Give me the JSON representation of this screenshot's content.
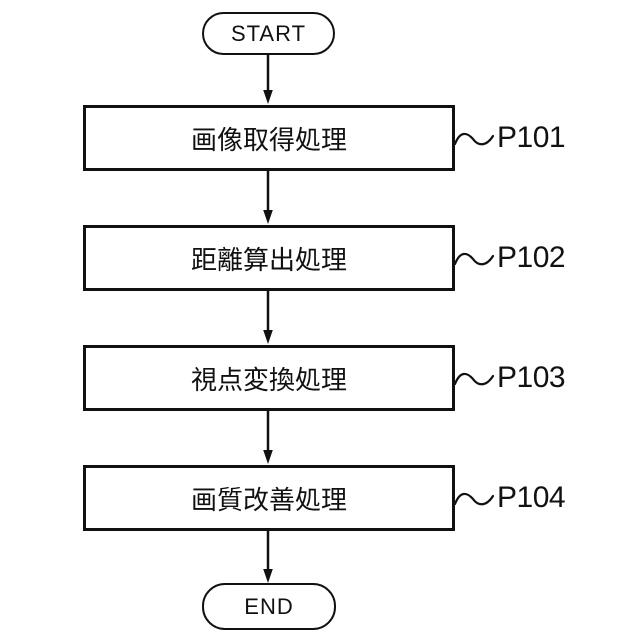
{
  "flowchart": {
    "start": {
      "label": "START"
    },
    "end": {
      "label": "END"
    },
    "steps": [
      {
        "label": "画像取得処理",
        "ref": "P101"
      },
      {
        "label": "距離算出処理",
        "ref": "P102"
      },
      {
        "label": "視点変換処理",
        "ref": "P103"
      },
      {
        "label": "画質改善処理",
        "ref": "P104"
      }
    ],
    "colors": {
      "stroke": "#111111",
      "background": "#ffffff"
    }
  }
}
